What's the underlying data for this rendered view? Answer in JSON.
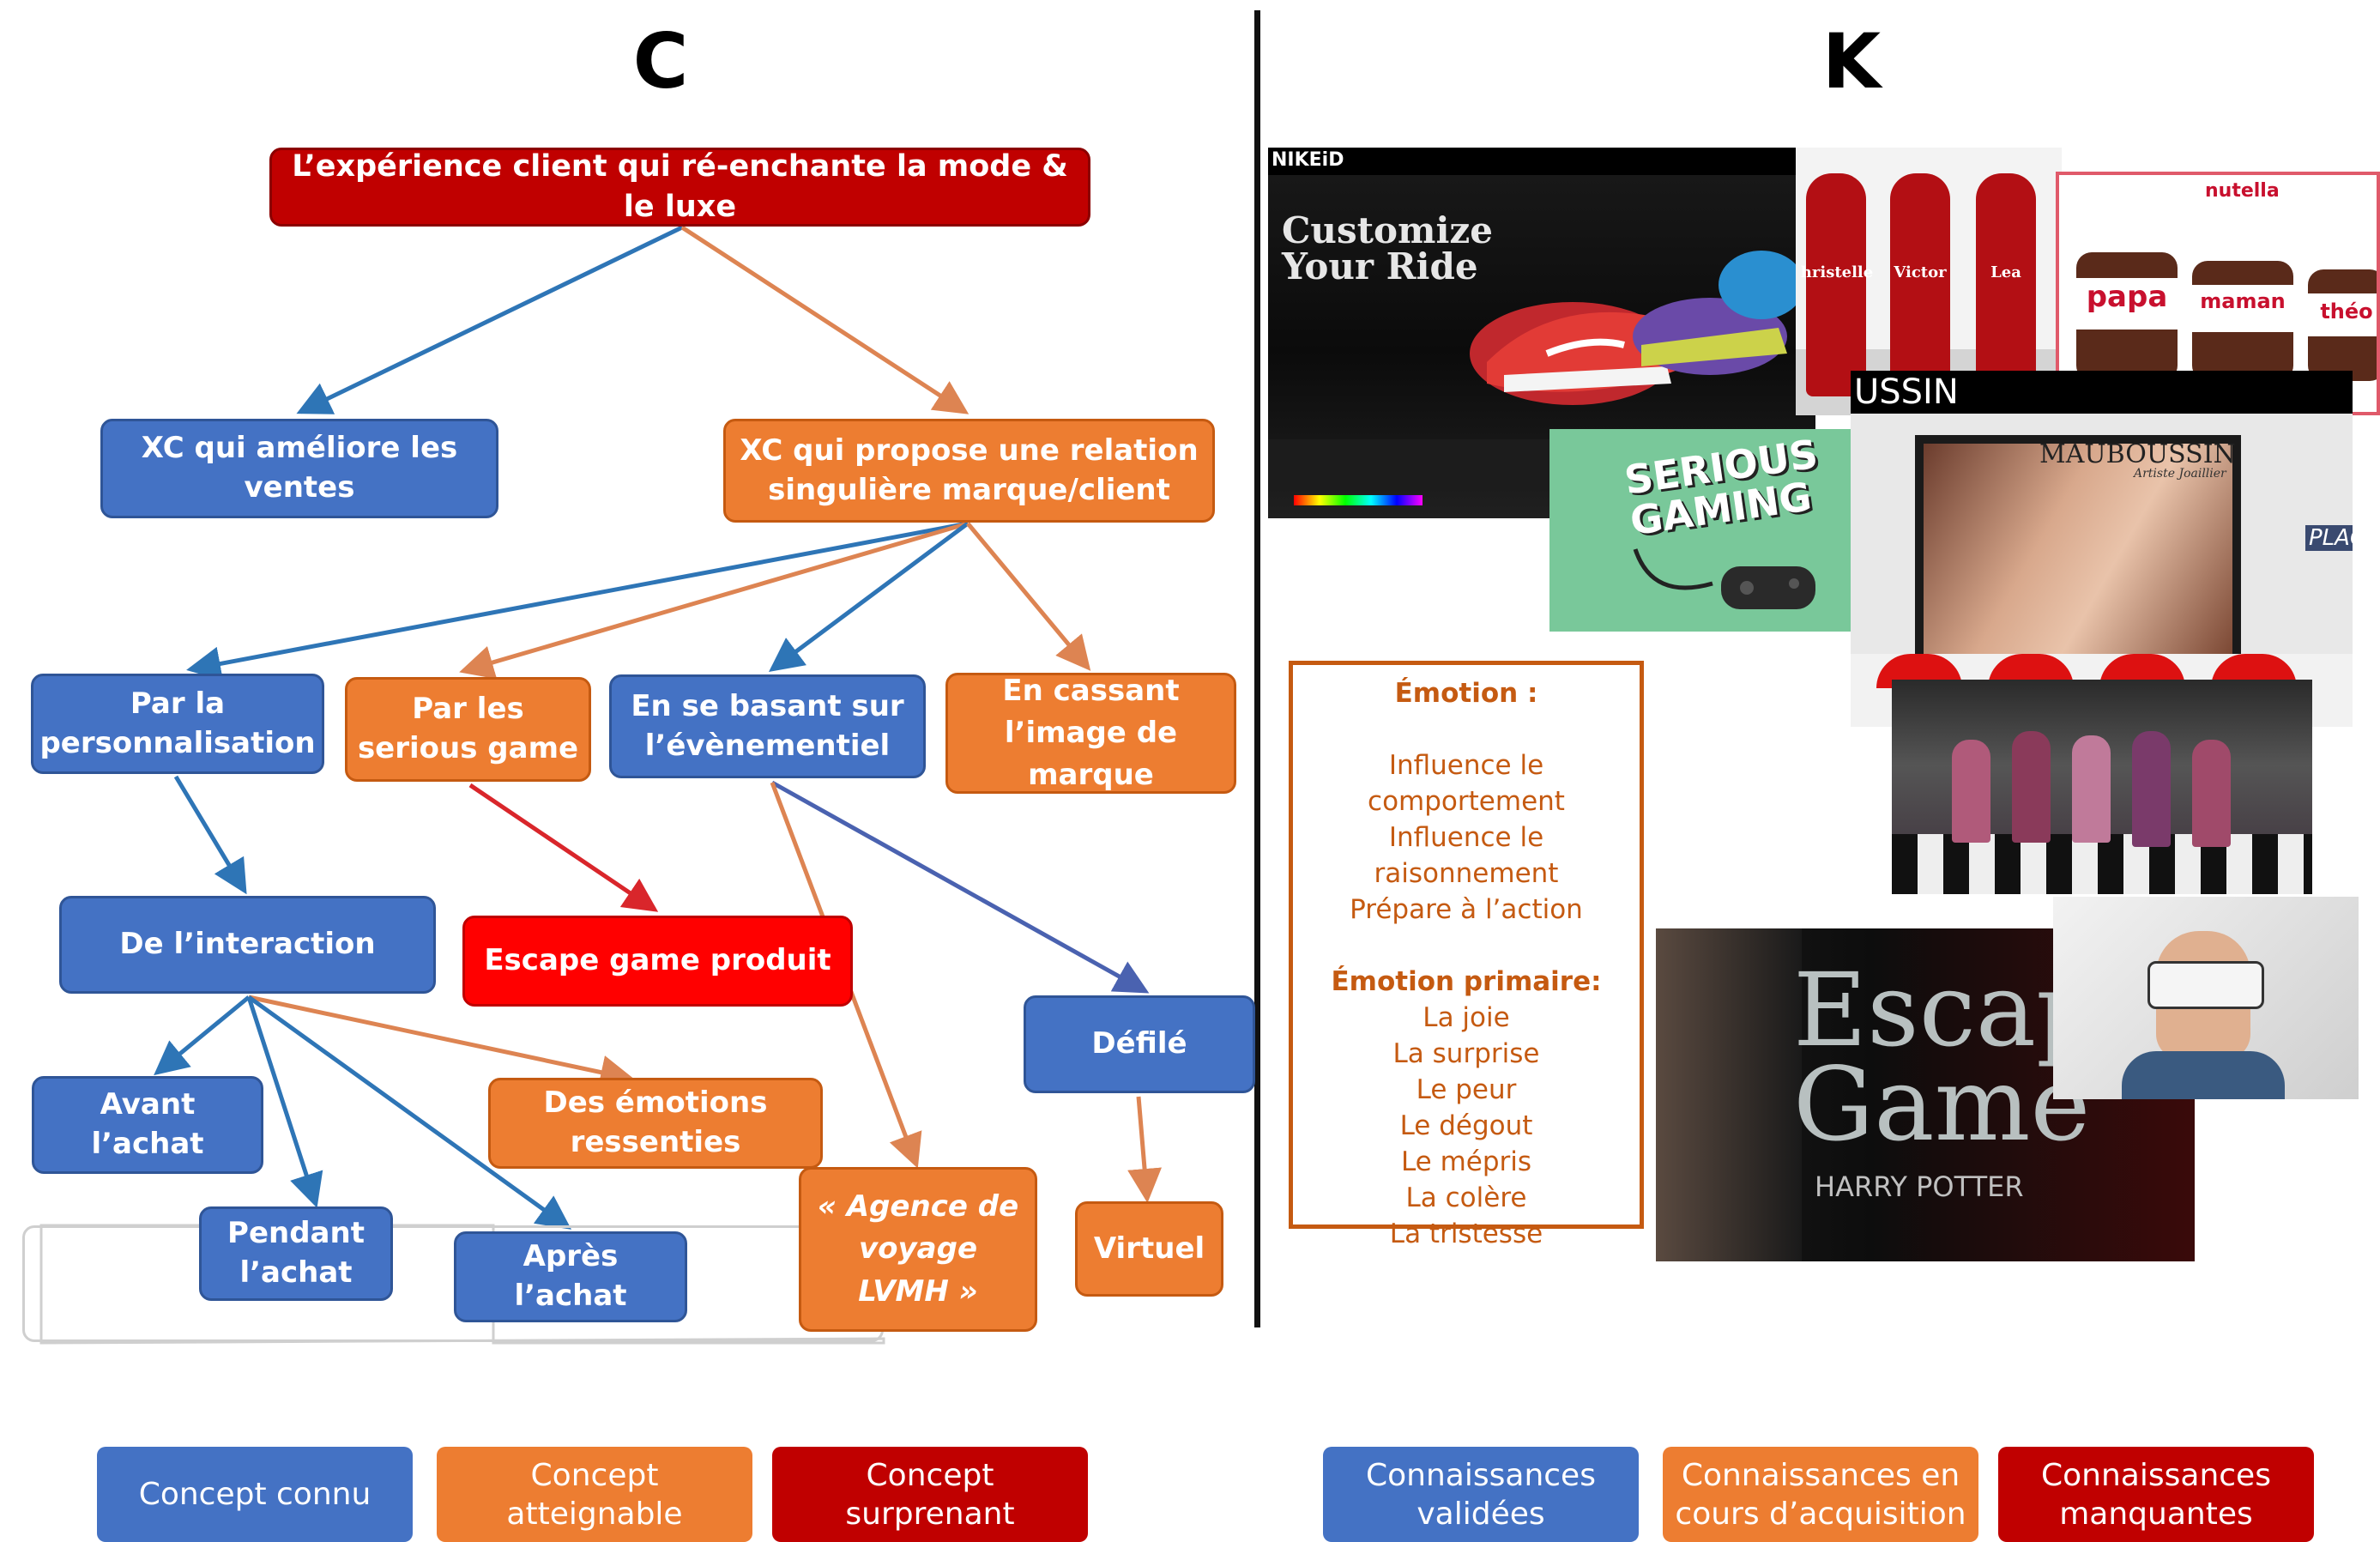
{
  "titles": {
    "left": "C",
    "right": "K"
  },
  "root": "L’expérience client qui ré-enchante la mode & le luxe",
  "nodes": {
    "ventes": "XC qui améliore les\nventes",
    "relation": "XC qui propose une relation\nsingulière marque/client",
    "perso": "Par la\npersonnalisation",
    "serious": "Par les\nserious game",
    "event": "En se basant sur\nl’évènementiel",
    "image": "En cassant\nl’image de\nmarque",
    "interaction": "De l’interaction",
    "escape": "Escape game produit",
    "defile": "Défilé",
    "avant": "Avant\nl’achat",
    "emotions": "Des émotions\nressenties",
    "pendant": "Pendant\nl’achat",
    "apres": "Après l’achat",
    "agence": "« Agence de\nvoyage\nLVMH »",
    "virtuel": "Virtuel"
  },
  "emotion_box": {
    "heading": "Émotion :",
    "lines": [
      "Influence le comportement",
      "Influence le raisonnement",
      "Prépare à l’action"
    ],
    "heading2": "Émotion primaire:",
    "primary": [
      "La joie",
      "La surprise",
      "Le peur",
      "Le dégout",
      "Le mépris",
      "La colère",
      "La tristesse"
    ]
  },
  "images": {
    "nike": {
      "brand": "NIKEiD",
      "headline": "Customize\nYour Ride"
    },
    "coke": {
      "names": [
        "hristelle",
        "Victor",
        "Lea"
      ]
    },
    "nutella": {
      "brand": "nutella",
      "names": [
        "papa",
        "maman",
        "théo"
      ]
    },
    "serious": {
      "text": "SERIOUS\nGAMING"
    },
    "mauboussin": {
      "banner": "USSIN",
      "brand": "MAUBOUSSIN",
      "sub": "Artiste Joaillier",
      "side": "PLAC"
    },
    "escape": {
      "title": "Escape\nGame",
      "sub": "HARRY POTTER"
    }
  },
  "legend_left": [
    {
      "label": "Concept connu",
      "color": "#4472c4"
    },
    {
      "label": "Concept\natteignable",
      "color": "#ed7d31"
    },
    {
      "label": "Concept surprenant",
      "color": "#c00000"
    }
  ],
  "legend_right": [
    {
      "label": "Connaissances\nvalidées",
      "color": "#4472c4"
    },
    {
      "label": "Connaissances en\ncours d’acquisition",
      "color": "#ed7d31"
    },
    {
      "label": "Connaissances\nmanquantes",
      "color": "#c00000"
    }
  ],
  "colors": {
    "blue": "#4472c4",
    "orange": "#ed7d31",
    "red": "#c00000",
    "bright_red": "#ff0000",
    "edge_blue": "#2e75b6",
    "edge_orange": "#dd8452",
    "edge_red": "#d9262b"
  }
}
